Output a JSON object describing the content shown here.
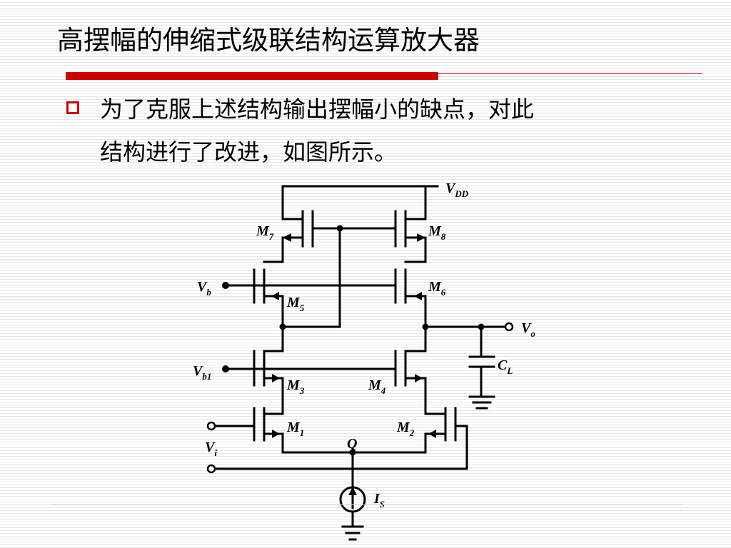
{
  "slide": {
    "title": "高摆幅的伸缩式级联结构运算放大器",
    "bullet_lines": [
      "为了克服上述结构输出摆幅小的缺点，对此",
      "结构进行了改进，如图所示。"
    ]
  },
  "circuit": {
    "labels": {
      "vdd": {
        "main": "V",
        "sub": "DD"
      },
      "m7": {
        "main": "M",
        "sub": "7"
      },
      "m8": {
        "main": "M",
        "sub": "8"
      },
      "vb": {
        "main": "V",
        "sub": "b"
      },
      "m5": {
        "main": "M",
        "sub": "5"
      },
      "m6": {
        "main": "M",
        "sub": "6"
      },
      "vo": {
        "main": "V",
        "sub": "o"
      },
      "cl": {
        "main": "C",
        "sub": "L"
      },
      "vb1": {
        "main": "V",
        "sub": "b1"
      },
      "m3": {
        "main": "M",
        "sub": "3"
      },
      "m4": {
        "main": "M",
        "sub": "4"
      },
      "m1": {
        "main": "M",
        "sub": "1"
      },
      "m2": {
        "main": "M",
        "sub": "2"
      },
      "q": {
        "main": "Q"
      },
      "vi": {
        "main": "V",
        "sub": "i"
      },
      "is": {
        "main": "I",
        "sub": "S"
      }
    }
  },
  "colors": {
    "accent": "#cc0000",
    "wire": "#000000"
  }
}
